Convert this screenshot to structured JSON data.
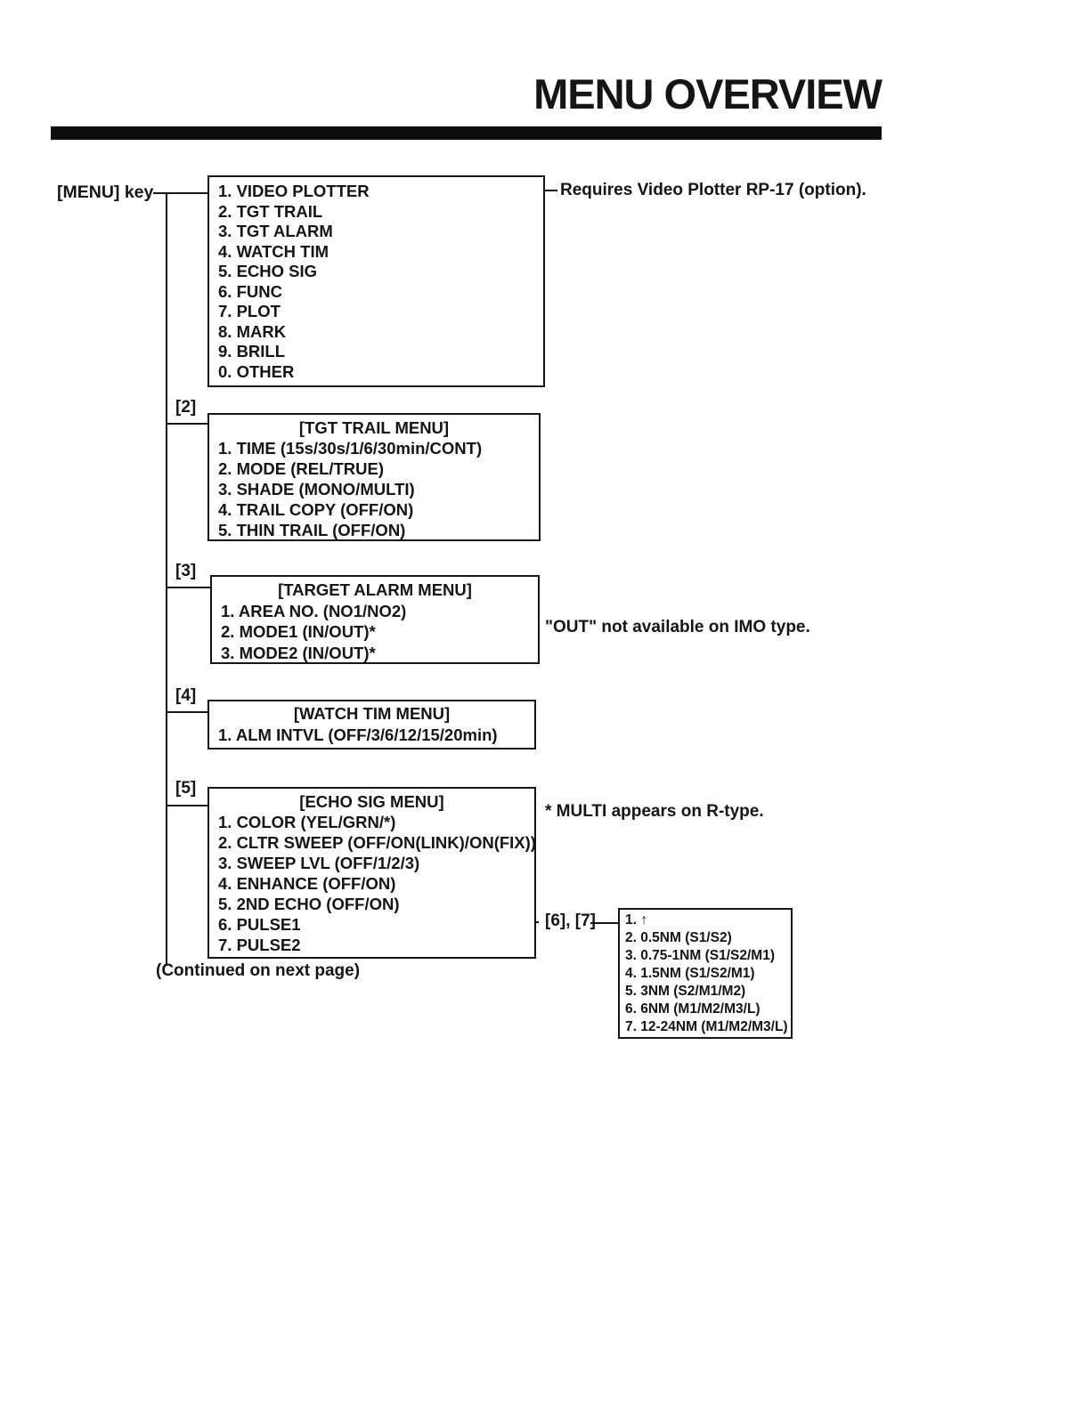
{
  "page": {
    "title": "MENU OVERVIEW",
    "menu_key_label": "[MENU] key",
    "continued_note": "(Continued on next page)"
  },
  "colors": {
    "ink": "#151515",
    "paper": "#ffffff"
  },
  "annotations": {
    "video_plotter": "Requires Video Plotter RP-17 (option).",
    "out_note": "\"OUT\" not available on IMO type.",
    "multi_note": "* MULTI appears on R-type.",
    "ref_6_7": "[6], [7]"
  },
  "boxes": {
    "main_menu": {
      "items": [
        "1. VIDEO PLOTTER",
        "2. TGT TRAIL",
        "3. TGT ALARM",
        "4. WATCH TIM",
        "5. ECHO SIG",
        "6. FUNC",
        "7. PLOT",
        "8. MARK",
        "9. BRILL",
        "0. OTHER"
      ]
    },
    "tgt_trail": {
      "ref": "[2]",
      "title": "[TGT TRAIL MENU]",
      "items": [
        "1. TIME (15s/30s/1/6/30min/CONT)",
        "2. MODE (REL/TRUE)",
        "3. SHADE (MONO/MULTI)",
        "4. TRAIL COPY (OFF/ON)",
        "5. THIN TRAIL (OFF/ON)"
      ]
    },
    "target_alarm": {
      "ref": "[3]",
      "title": "[TARGET ALARM MENU]",
      "items": [
        "1. AREA NO. (NO1/NO2)",
        "2. MODE1 (IN/OUT)*",
        "3. MODE2 (IN/OUT)*"
      ]
    },
    "watch_tim": {
      "ref": "[4]",
      "title": "[WATCH TIM MENU]",
      "items": [
        "1. ALM INTVL (OFF/3/6/12/15/20min)"
      ]
    },
    "echo_sig": {
      "ref": "[5]",
      "title": "[ECHO SIG MENU]",
      "items": [
        "1. COLOR (YEL/GRN/*)",
        "2. CLTR SWEEP (OFF/ON(LINK)/ON(FIX))",
        "3. SWEEP LVL (OFF/1/2/3)",
        "4. ENHANCE (OFF/ON)",
        "5. 2ND ECHO (OFF/ON)",
        "6. PULSE1",
        "7. PULSE2"
      ]
    },
    "pulse_ranges": {
      "items": [
        "1. ↑",
        "2. 0.5NM (S1/S2)",
        "3. 0.75-1NM (S1/S2/M1)",
        "4. 1.5NM (S1/S2/M1)",
        "5. 3NM (S2/M1/M2)",
        "6. 6NM (M1/M2/M3/L)",
        "7. 12-24NM (M1/M2/M3/L)"
      ]
    }
  }
}
